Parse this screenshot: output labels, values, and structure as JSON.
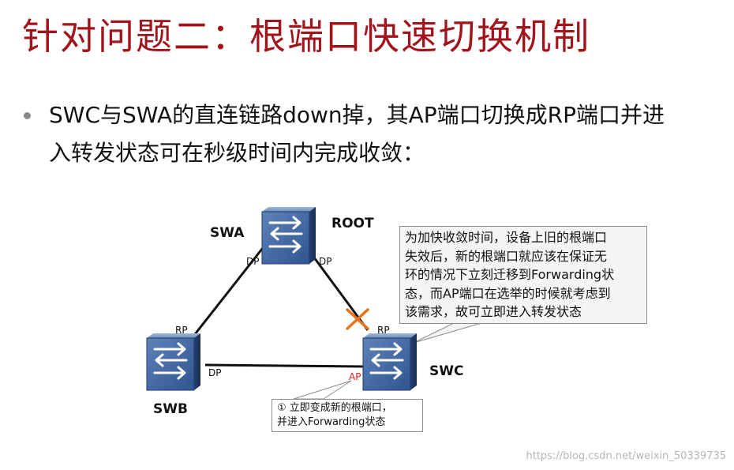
{
  "title": "针对问题二：根端口快速切换机制",
  "bullet": {
    "line1": "SWC与SWA的直连链路down掉，其AP端口切换成RP端口并进",
    "line2": "入转发状态可在秒级时间内完成收敛："
  },
  "diagram": {
    "swa_label": "SWA",
    "root_label": "ROOT",
    "swb_label": "SWB",
    "swc_label": "SWC",
    "swa_left_port": "DP",
    "swa_right_port": "DP",
    "swb_top_port": "RP",
    "swb_right_port": "DP",
    "swc_top_port": "RP",
    "swc_left_port": "AP",
    "accent_color": "#e8731a",
    "ap_color": "#e02020"
  },
  "note1": {
    "line1": "为加快收敛时间，设备上旧的根端口",
    "line2": "失效后，新的根端口就应该在保证无",
    "line3": "环的情况下立刻迁移到Forwarding状",
    "line4": "态，而AP端口在选举的时候就考虑到",
    "line5": "该需求，故可立即进入转发状态"
  },
  "note2": {
    "line1": "① 立即变成新的根端口，",
    "line2": "并进入Forwarding状态"
  },
  "watermark": "https://blog.csdn.net/weixin_50339735"
}
